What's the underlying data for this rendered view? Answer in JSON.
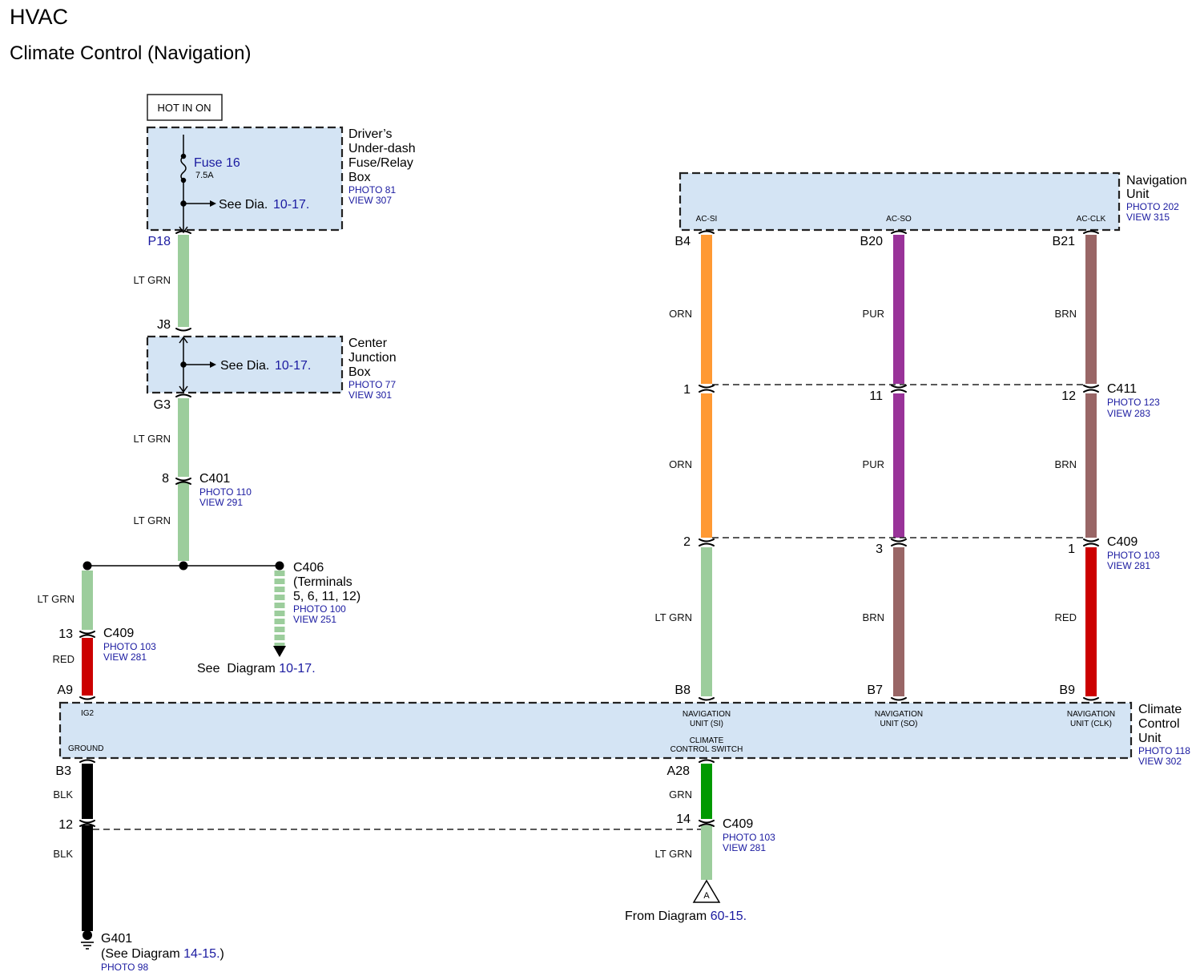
{
  "header": {
    "title": "HVAC",
    "subtitle": "Climate Control (Navigation)"
  },
  "power": {
    "label": "HOT IN ON"
  },
  "fuse_box": {
    "name_lines": [
      "Driver’s",
      "Under-dash",
      "Fuse/Relay",
      "Box"
    ],
    "photo": "PHOTO 81",
    "view": "VIEW 307",
    "fuse": "Fuse 16",
    "rating": "7.5A",
    "see_prefix": "See Dia.",
    "see_ref": "10-17."
  },
  "center_box": {
    "name_lines": [
      "Center",
      "Junction",
      "Box"
    ],
    "photo": "PHOTO 77",
    "view": "VIEW 301",
    "see_prefix": "See Dia.",
    "see_ref": "10-17."
  },
  "nav_unit": {
    "name_lines": [
      "Navigation",
      "Unit"
    ],
    "photo": "PHOTO 202",
    "view": "VIEW 315",
    "pins": [
      "AC-SI",
      "AC-SO",
      "AC-CLK"
    ]
  },
  "climate_unit": {
    "name_lines": [
      "Climate",
      "Control",
      "Unit"
    ],
    "photo": "PHOTO 118",
    "view": "VIEW 302",
    "pin_ig2": "IG2",
    "pin_ground": "GROUND",
    "pin_si": [
      "NAVIGATION",
      "UNIT (SI)"
    ],
    "pin_so": [
      "NAVIGATION",
      "UNIT (SO)"
    ],
    "pin_clk": [
      "NAVIGATION",
      "UNIT (CLK)"
    ],
    "pin_switch": [
      "CLIMATE",
      "CONTROL SWITCH"
    ]
  },
  "terminals": {
    "p18": "P18",
    "j8": "J8",
    "g3": "G3",
    "c401_pin": "8",
    "c409_left_pin": "13",
    "a9": "A9",
    "b3": "B3",
    "c409_gnd_pin": "12",
    "b4": "B4",
    "b20": "B20",
    "b21": "B21",
    "c411_1": "1",
    "c411_11": "11",
    "c411_12": "12",
    "c409_2": "2",
    "c409_3": "3",
    "c409_1": "1",
    "b8": "B8",
    "b7": "B7",
    "b9": "B9",
    "a28": "A28",
    "c409_14": "14"
  },
  "connectors": {
    "c401": {
      "name": "C401",
      "photo": "PHOTO 110",
      "view": "VIEW 291"
    },
    "c406": {
      "name": "C406",
      "lines": [
        "(Terminals",
        "5, 6, 11, 12)"
      ],
      "photo": "PHOTO 100",
      "view": "VIEW 251"
    },
    "c409_left": {
      "name": "C409",
      "photo": "PHOTO 103",
      "view": "VIEW 281"
    },
    "c411": {
      "name": "C411",
      "photo": "PHOTO 123",
      "view": "VIEW 283"
    },
    "c409_right": {
      "name": "C409",
      "photo": "PHOTO 103",
      "view": "VIEW 281"
    },
    "c409_bottom": {
      "name": "C409",
      "photo": "PHOTO 103",
      "view": "VIEW 281"
    }
  },
  "ground": {
    "name": "G401",
    "note_prefix": "(See Diagram ",
    "note_ref": "14-15.",
    "note_suffix": ")",
    "photo": "PHOTO 98"
  },
  "references": {
    "see_diagram_prefix": "See  Diagram ",
    "see_diagram_ref": "10-17.",
    "from_diagram_prefix": "From Diagram ",
    "from_diagram_ref": "60-15.",
    "from_marker": "A"
  },
  "wire_labels": {
    "p18_j8": "LT GRN",
    "g3_c401": "LT GRN",
    "c401_splice": "LT GRN",
    "left_branch": "LT GRN",
    "left_red": "RED",
    "gnd_upper": "BLK",
    "gnd_lower": "BLK",
    "si_1": "ORN",
    "si_2": "ORN",
    "si_3": "LT GRN",
    "so_1": "PUR",
    "so_2": "PUR",
    "so_3": "BRN",
    "clk_1": "BRN",
    "clk_2": "BRN",
    "clk_3": "RED",
    "sw_upper": "GRN",
    "sw_lower": "LT GRN"
  },
  "wire_colors": {
    "lt_grn": "#9ccd9c",
    "red": "#cc0000",
    "blk": "#000000",
    "orn": "#ff9933",
    "pur": "#993399",
    "brn": "#996666",
    "grn": "#009900"
  },
  "box_fill": "#d4e4f4",
  "link_color": "#1a1aa0"
}
